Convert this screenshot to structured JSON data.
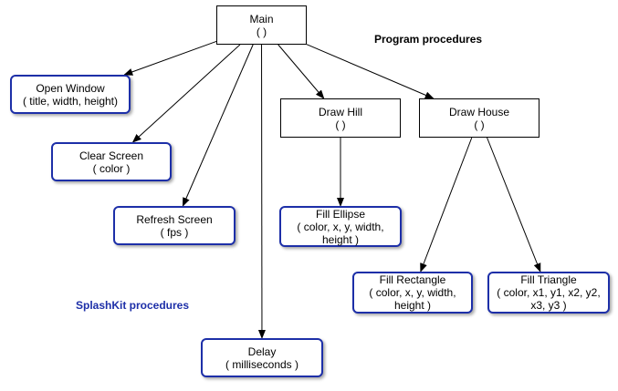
{
  "legend": {
    "program": "Program procedures",
    "splashkit": "SplashKit procedures"
  },
  "colors": {
    "splashkit_border": "#1d2fa8",
    "program_border": "#000000",
    "arrow": "#000000"
  },
  "nodes": {
    "main": {
      "title": "Main",
      "params": "( )"
    },
    "open_window": {
      "title": "Open Window",
      "params": "( title, width, height)"
    },
    "clear_screen": {
      "title": "Clear Screen",
      "params": "( color )"
    },
    "refresh_screen": {
      "title": "Refresh Screen",
      "params": "( fps )"
    },
    "delay": {
      "title": "Delay",
      "params": "( milliseconds )"
    },
    "draw_hill": {
      "title": "Draw Hill",
      "params": "( )"
    },
    "draw_house": {
      "title": "Draw House",
      "params": "( )"
    },
    "fill_ellipse": {
      "title": "Fill Ellipse",
      "params": "( color, x, y, width,",
      "params2": "height )"
    },
    "fill_rectangle": {
      "title": "Fill Rectangle",
      "params": "( color, x, y, width,",
      "params2": "height )"
    },
    "fill_triangle": {
      "title": "Fill Triangle",
      "params": "( color, x1, y1, x2, y2,",
      "params2": "x3, y3 )"
    }
  },
  "edges": [
    [
      "main",
      "open_window"
    ],
    [
      "main",
      "clear_screen"
    ],
    [
      "main",
      "refresh_screen"
    ],
    [
      "main",
      "delay"
    ],
    [
      "main",
      "draw_hill"
    ],
    [
      "main",
      "draw_house"
    ],
    [
      "draw_hill",
      "fill_ellipse"
    ],
    [
      "draw_house",
      "fill_rectangle"
    ],
    [
      "draw_house",
      "fill_triangle"
    ]
  ]
}
